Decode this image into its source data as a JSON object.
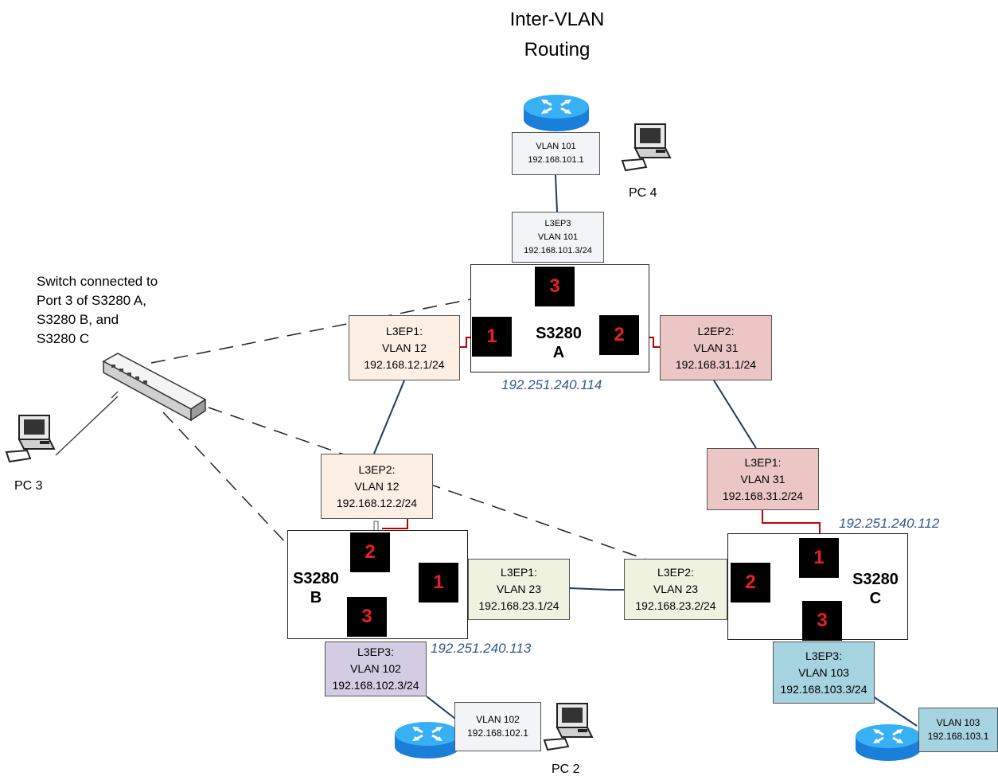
{
  "title_lines": [
    "Inter-VLAN",
    "Routing"
  ],
  "note_lines": [
    "Switch connected to",
    "Port 3 of S3280 A,",
    "S3280 B, and",
    "S3280 C"
  ],
  "pcs": {
    "pc4": "PC 4",
    "pc3": "PC 3",
    "pc2": "PC 2"
  },
  "switches": {
    "a": {
      "name": [
        "S3280",
        "A"
      ],
      "ip": "192.251.240.114"
    },
    "b": {
      "name": [
        "S3280",
        "B"
      ],
      "ip": "192.251.240.113"
    },
    "c": {
      "name": [
        "S3280",
        "C"
      ],
      "ip": "192.251.240.112"
    }
  },
  "ports": [
    "1",
    "2",
    "3"
  ],
  "routers": {
    "top": [
      "VLAN 101",
      "192.168.101.1"
    ],
    "b": [
      "VLAN 102",
      "192.168.102.1"
    ],
    "c": [
      "VLAN 103",
      "192.168.103.1"
    ]
  },
  "endpoints": {
    "a_p3": [
      "L3EP3",
      "VLAN 101",
      "192.168.101.3/24"
    ],
    "a_p1": [
      "L3EP1:",
      "VLAN 12",
      "192.168.12.1/24"
    ],
    "a_p2": [
      "L2EP2:",
      "VLAN 31",
      "192.168.31.1/24"
    ],
    "b_p2": [
      "L3EP2:",
      "VLAN 12",
      "192.168.12.2/24"
    ],
    "c_p1": [
      "L3EP1:",
      "VLAN 31",
      "192.168.31.2/24"
    ],
    "b_p1": [
      "L3EP1:",
      "VLAN 23",
      "192.168.23.1/24"
    ],
    "c_p2": [
      "L3EP2:",
      "VLAN 23",
      "192.168.23.2/24"
    ],
    "b_p3": [
      "L3EP3:",
      "VLAN 102",
      "192.168.102.3/24"
    ],
    "c_p3": [
      "L3EP3:",
      "VLAN 103",
      "192.168.103.3/24"
    ]
  }
}
